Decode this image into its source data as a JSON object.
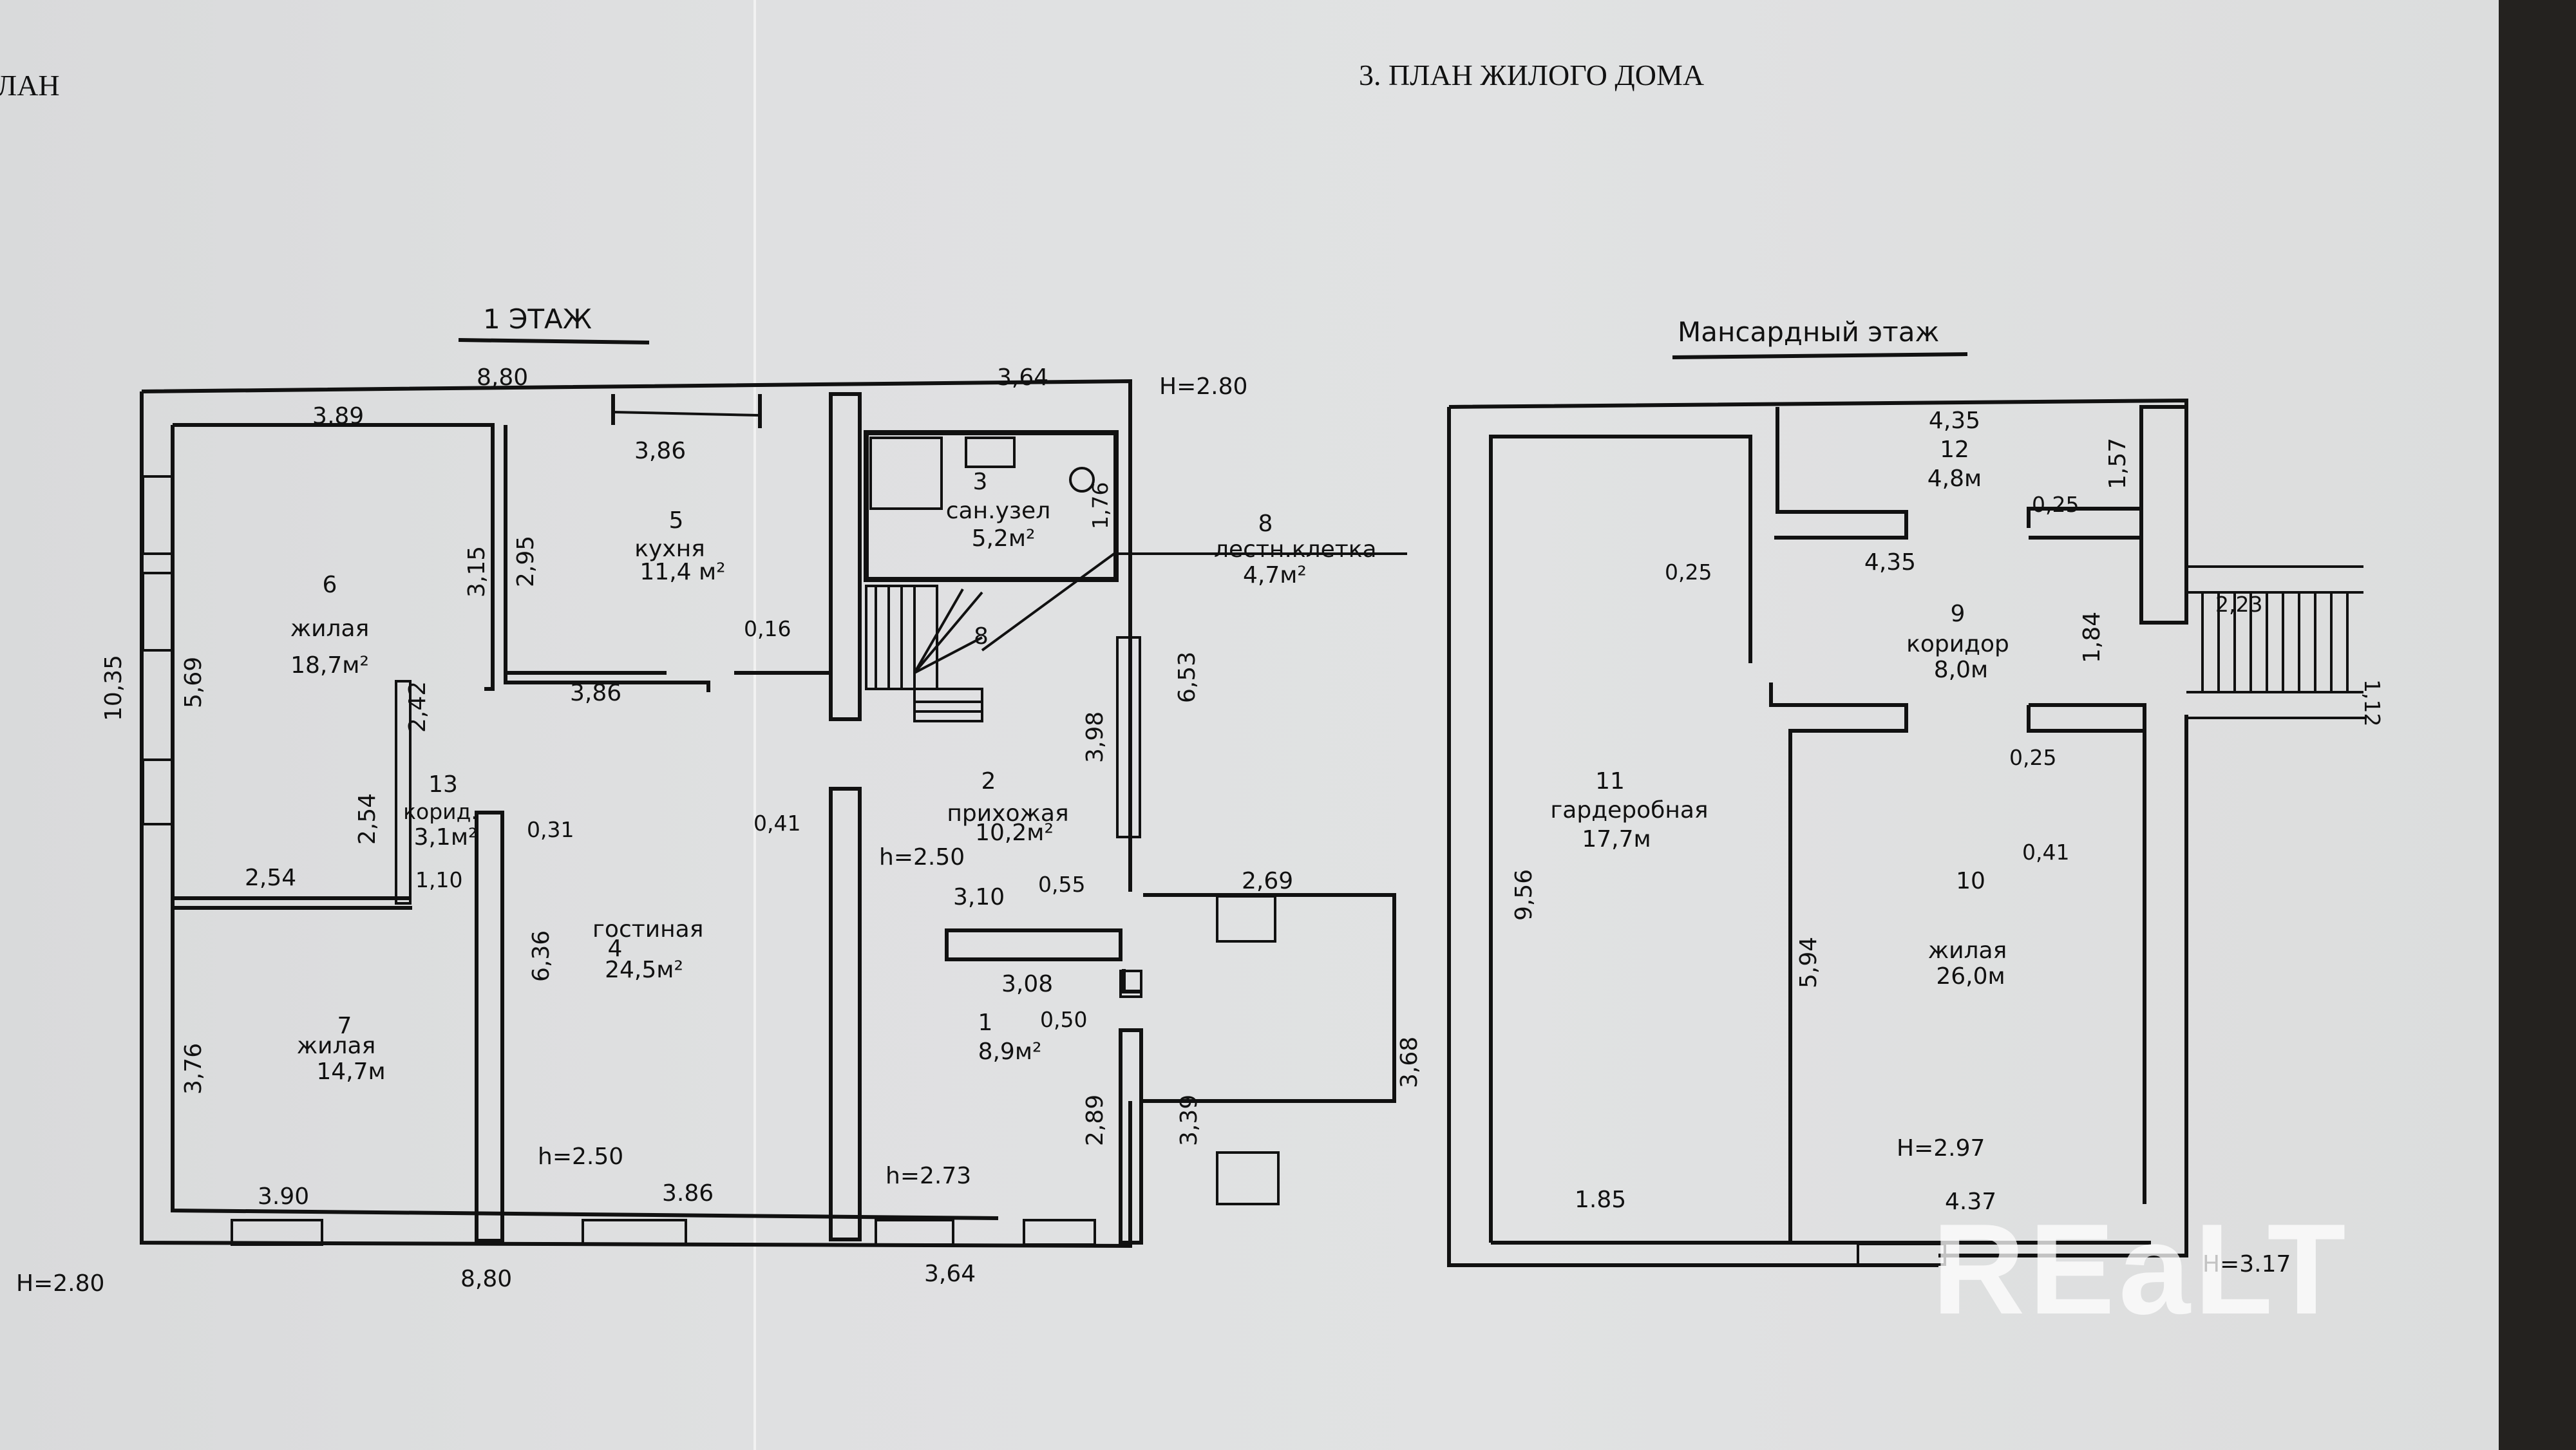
{
  "page": {
    "left_title_fragment": "ЛАН",
    "title": "3. ПЛАН ЖИЛОГО ДОМА",
    "watermark": "REaLT"
  },
  "floor1": {
    "title": "1 ЭТАЖ",
    "height_top": "H=2.80",
    "height_bottom": "H=2.80",
    "overall_top": "8,80",
    "overall_top_right": "3,64",
    "overall_bottom": "8,80",
    "overall_bottom_right": "3,64",
    "overall_left": "10,35",
    "rooms": [
      {
        "number": "1",
        "name": "",
        "area": "8,9м²",
        "height": "h=2.73"
      },
      {
        "number": "2",
        "name": "прихожая",
        "area": "10,2м²",
        "height": "h=2.50"
      },
      {
        "number": "3",
        "name": "сан.узел",
        "area": "5,2м²"
      },
      {
        "number": "4",
        "name": "гостиная",
        "area": "24,5м²",
        "height": "h=2.50"
      },
      {
        "number": "5",
        "name": "кухня",
        "area": "11,4 м²"
      },
      {
        "number": "6",
        "name": "жилая",
        "area": "18,7м²"
      },
      {
        "number": "7",
        "name": "жилая",
        "area": "14,7м"
      },
      {
        "number": "8",
        "name": "лестн.клетка",
        "area": "4,7м²"
      },
      {
        "number": "13",
        "name": "корид.",
        "area": "3,1м²"
      }
    ],
    "dims": {
      "r6_top": "3,89",
      "r6_left": "5,69",
      "r6_right": "3,15",
      "r6_bottom": "2,54",
      "r5_top": "3,86",
      "r5_left": "2,95",
      "r5_bottom": "3,86",
      "r5_door": "0,16",
      "r3_right": "1,76",
      "r13_a": "2,42",
      "r13_b": "2,54",
      "r13_c": "1,10",
      "r13_d": "0,31",
      "r4_left": "6,36",
      "r4_bottom": "3.86",
      "r4_door": "0,41",
      "r7_left": "3,76",
      "r7_bottom": "3.90",
      "r2_right": "3,98",
      "r2_outer": "6,53",
      "r2_a": "3,10",
      "r2_b": "0,55",
      "r1_a": "3,08",
      "r1_b": "0,50",
      "r1_right": "2,89",
      "porch_top": "2,69",
      "porch_left": "3,39",
      "porch_right": "3,68",
      "stair_num": "8"
    }
  },
  "attic": {
    "title": "Мансардный этаж",
    "height_room": "H=2.97",
    "height_outer": "H=3.17",
    "rooms": [
      {
        "number": "9",
        "name": "коридор",
        "area": "8,0м"
      },
      {
        "number": "10",
        "name": "жилая",
        "area": "26,0м"
      },
      {
        "number": "11",
        "name": "гардеробная",
        "area": "17,7м"
      },
      {
        "number": "12",
        "name": "",
        "area": "4,8м"
      }
    ],
    "dims": {
      "r12_top": "4,35",
      "r12_right": "1,57",
      "r12_door": "0,25",
      "r9_top": "4,35",
      "r9_left_door": "0,25",
      "r9_right": "1,84",
      "r9_bottom_door": "0,25",
      "r11_left": "9,56",
      "r11_bottom": "1.85",
      "r10_left": "5,94",
      "r10_bottom": "4.37",
      "r10_door": "0,41",
      "stair_w": "2,23",
      "stair_h": "1,12"
    }
  }
}
